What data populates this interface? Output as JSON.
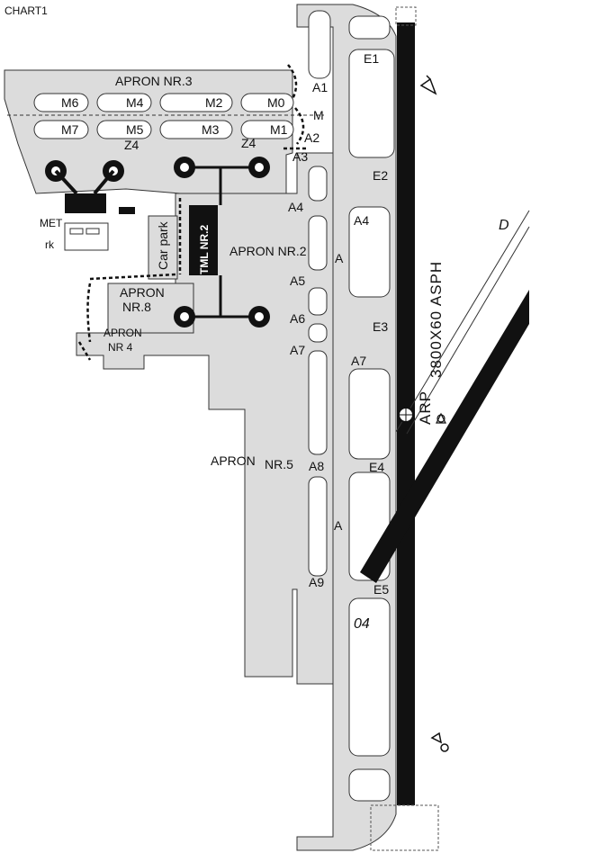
{
  "title": "CHART1",
  "colors": {
    "pavement": "#dcdcdc",
    "outline": "#333333",
    "runway": "#111111",
    "background": "#ffffff"
  },
  "aprons": {
    "apron3": "APRON  NR.3",
    "apron2": "APRON NR.2",
    "apron8_line1": "APRON",
    "apron8_line2": "NR.8",
    "apron4_line1": "APRON",
    "apron4_line2": "NR 4",
    "apron5_a": "APRON",
    "apron5_b": "NR.5"
  },
  "stands": {
    "m6": "M6",
    "m4": "M4",
    "m2": "M2",
    "m0": "M0",
    "m7": "M7",
    "m5": "M5",
    "m3": "M3",
    "m1": "M1"
  },
  "zones": {
    "z4_left": "Z4",
    "z4_right": "Z4"
  },
  "taxiways": {
    "a1": "A1",
    "m": "M",
    "a2": "A2",
    "a3": "A3",
    "a4": "A4",
    "a5": "A5",
    "a6": "A6",
    "a7": "A7",
    "a8": "A8",
    "a9": "A9",
    "a_upper": "A",
    "a_lower": "A",
    "e1": "E1",
    "e2": "E2",
    "a4_east": "A4",
    "e3": "E3",
    "a7_east": "A7",
    "e4": "E4",
    "e5": "E5",
    "d": "D"
  },
  "runway": {
    "dims": "3800X60  ASPH",
    "designator": "04",
    "arp": "ARP"
  },
  "buildings": {
    "terminal": "TML  NR.2",
    "car_park": "Car park",
    "met": "MET",
    "park": "rk"
  }
}
